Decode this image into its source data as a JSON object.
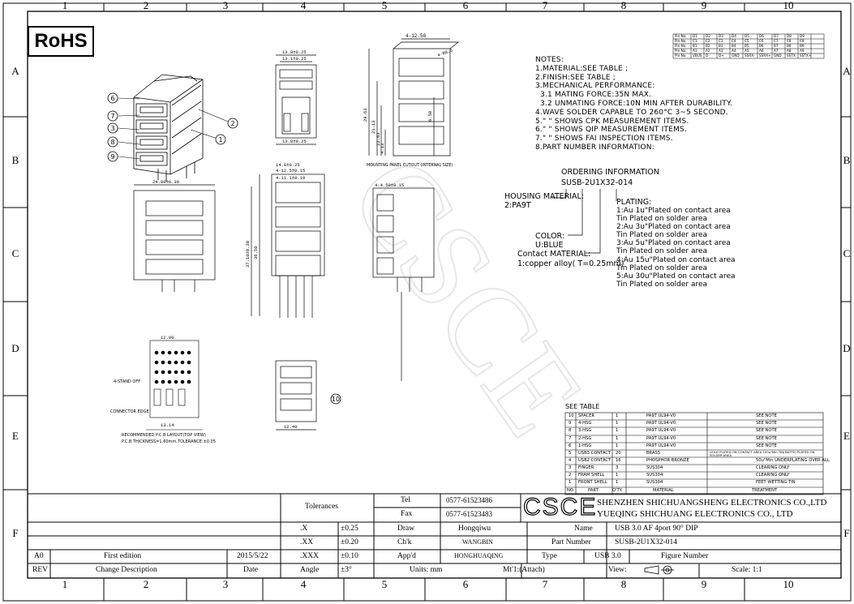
{
  "frame": {
    "columns": [
      "1",
      "2",
      "3",
      "4",
      "5",
      "6",
      "7",
      "8",
      "9",
      "10"
    ],
    "rows": [
      "A",
      "B",
      "C",
      "D",
      "E",
      "F"
    ]
  },
  "rohs_label": "RoHS",
  "watermark": "CSCE",
  "notes": {
    "lines": [
      "NOTES:",
      "1.MATERIAL:SEE TABLE ;",
      "2.FINISH:SEE TABLE ;",
      "3.MECHANICAL PERFORMANCE:",
      "  3.1 MATING FORCE:35N MAX.",
      "  3.2 UNMATING FORCE:10N MIN AFTER DURABILITY.",
      "4.WAVE SOLDER CAPABLE TO 260°C 3~5 SECOND.",
      "5.\" \" SHOWS CPK MEASUREMENT ITEMS.",
      "6.\" \" SHOWS QIP MEASUREMENT ITEMS.",
      "7.\" \" SHOWS FAI INSPECTION ITEMS.",
      "8.PART NUMBER INFORMATION:"
    ]
  },
  "ordering": {
    "title": "ORDERING INFORMATION",
    "part": "SUSB-2U1X32-014",
    "housing_label": "HOUSING MATERIAL:",
    "housing_value": "2:PA9T",
    "color_label": "COLOR:",
    "color_value": "U:BLUE",
    "contact_label": "Contact MATERIAL:",
    "contact_value": "1:copper alloy( T=0.25mm)",
    "plating_label": "PLATING:",
    "plating_lines": [
      "1:Au  1u\"Plated on contact area",
      "  Tin Plated on solder area",
      "2:Au  3u\"Plated on contact area",
      "  Tin Plated on solder area",
      "3:Au  5u\"Plated on contact area",
      "  Tin Plated on solder area",
      "4:Au  15u\"Plated on contact area",
      "  Tin Plated on solder area",
      "5:Au  30u\"Plated on contact area",
      "  Tin Plated on solder area"
    ]
  },
  "pin_table": {
    "rows": [
      [
        "Pin No.",
        "D1",
        "D2",
        "D3",
        "D4",
        "D5",
        "D6",
        "D7",
        "D8",
        "D9"
      ],
      [
        "Pin No.",
        "C1",
        "C2",
        "C3",
        "C4",
        "C5",
        "C6",
        "C7",
        "C8",
        "C9"
      ],
      [
        "Pin No.",
        "B1",
        "B2",
        "B3",
        "B4",
        "B5",
        "B6",
        "B7",
        "B8",
        "B9"
      ],
      [
        "Pin No.",
        "A1",
        "A2",
        "A3",
        "A4",
        "A5",
        "A6",
        "A7",
        "A8",
        "A9"
      ],
      [
        "Pin No.",
        "VBUS",
        "D-",
        "D+",
        "GND",
        "SSRX-",
        "SSRX+",
        "GND",
        "SSTX-",
        "SSTX+"
      ]
    ]
  },
  "see_table": {
    "title": "SEE TABLE",
    "headers": [
      "NO.",
      "PART",
      "Q'TY.",
      "MATERIAL",
      "TREATMENT"
    ],
    "rows": [
      [
        "10",
        "SPACER",
        "1",
        "PA9T UL94-V0",
        "SEE NOTE"
      ],
      [
        "9",
        "4-HSG",
        "1",
        "PA9T UL94-V0",
        "SEE NOTE"
      ],
      [
        "8",
        "3-HSG",
        "1",
        "PA9T UL94-V0",
        "SEE NOTE"
      ],
      [
        "7",
        "2-HSG",
        "1",
        "PA9T UL94-V0",
        "SEE NOTE"
      ],
      [
        "6",
        "1-HSG",
        "1",
        "PA9T UL94-V0",
        "SEE NOTE"
      ],
      [
        "5",
        "USB3 CONTACT",
        "20",
        "BRASS",
        "GOLD PLATED ON CONTACT AREA 100u\"Min TIN(MATTE) PLATED ON SOLDER AREA"
      ],
      [
        "4",
        "USB2 CONTACT",
        "16",
        "PHOSPHOR BRONZE",
        "50u\"Min UNDERPLATING OVER ALL"
      ],
      [
        "3",
        "FINGER",
        "3",
        "SUS304",
        "CLEARING ONLY"
      ],
      [
        "2",
        "FRAM SHELL",
        "1",
        "SUS304",
        "CLEARING ONLY"
      ],
      [
        "1",
        "FRONT SHELL",
        "1",
        "SUS304",
        "FEET WETTING TIN"
      ]
    ]
  },
  "title_block": {
    "tolerances_label": "Tolerances",
    "tol_rows": [
      [
        ".X",
        "±0.25"
      ],
      [
        ".XX",
        "±0.20"
      ],
      [
        ".XXX",
        "±0.10"
      ],
      [
        "Angle",
        "±3°"
      ]
    ],
    "tel_label": "Tel",
    "tel_value": "0577-61523486",
    "fax_label": "Fax",
    "fax_value": "0577-61523483",
    "logo": "CSCE",
    "company_1": "SHENZHEN SHICHUANGSHENG ELECTRONICS CO.,LTD",
    "company_2": "YUEQING SHICHUANG ELECTRONICS CO., LTD",
    "draw_label": "Draw",
    "draw_value": "Hongqiwu",
    "chk_label": "Ch'k",
    "chk_value": "WANGBIN",
    "appd_label": "App'd",
    "appd_value": "HONGHUAQING",
    "name_label": "Name",
    "name_value": "USB 3.0 AF 4port 90° DIP",
    "part_label": "Part Number",
    "part_value": "SUSB-2U1X32-014",
    "type_label": "Type",
    "type_value": "USB 3.0",
    "figure_label": "Figure Number",
    "units_label": "Units: mm",
    "mt_label": "Mt'1:(Attach)",
    "view_label": "View:",
    "scale_label": "Scale: 1:1",
    "rev_rows": [
      [
        "A0",
        "First edition",
        "2015/5/22"
      ],
      [
        "REV",
        "Change Description",
        "Date"
      ]
    ]
  },
  "dims": {
    "top_w1": "13.8±0.25",
    "top_w2": "13.1±0.25",
    "bot_w": "13.8±0.25",
    "panel_w": "4-12.50",
    "panel_r": "4-R0.5",
    "panel_h1": "29.63",
    "panel_h2": "21.13",
    "panel_h3": "12.63",
    "panel_h4": "4.13",
    "panel_h5": "6.50",
    "panel_caption": "MOUNTING PANEL CUTOUT (INTERNAL SIZE)",
    "front_w1": "14.8±0.25",
    "front_w2": "4-12.5±0.15",
    "front_w3": "4-11.1±0.10",
    "side_w": "24.00±0.30",
    "side_h1": "37.10±0.30",
    "side_h2": "36.50",
    "right_w": "4-4.50±0.15",
    "lower_w1": "12.80",
    "lower_w2": "13.14",
    "lower_w3": "12.40",
    "pcb_caption": "RECOMMENDED P.C.B LAYOUT(TOP VIEW)",
    "pcb_note": "P.C.B THICKNESS=1.60mm,TOLERANCE:±0.05",
    "stand_off": "4-STAND OFF",
    "connector_edge": "CONNECTOR EDGE",
    "callouts": [
      "6",
      "7",
      "3",
      "8",
      "9",
      "2",
      "1",
      "10"
    ]
  }
}
